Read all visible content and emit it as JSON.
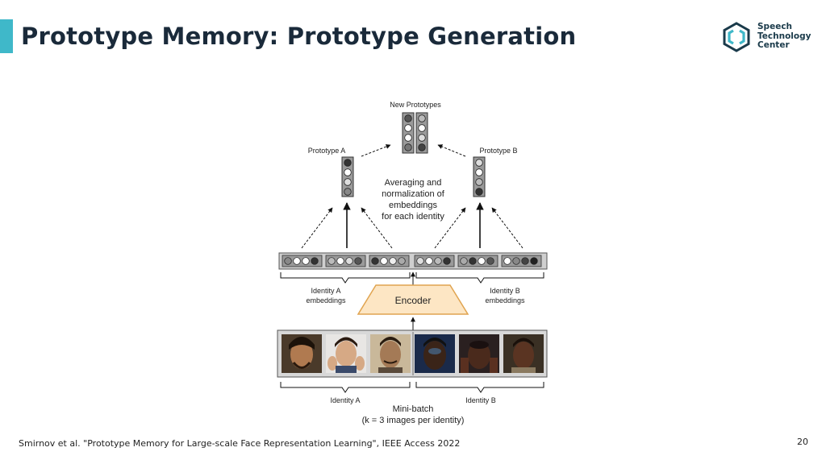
{
  "slide": {
    "title": "Prototype Memory: Prototype Generation",
    "citation": "Smirnov et al. \"Prototype Memory for Large-scale Face Representation Learning\", IEEE Access 2022",
    "page_number": "20"
  },
  "logo": {
    "line1": "Speech",
    "line2": "Technology",
    "line3": "Center",
    "icon": "hexagon-brackets-icon"
  },
  "diagram": {
    "new_prototypes_label": "New Prototypes",
    "prototype_a_label": "Prototype A",
    "prototype_b_label": "Prototype B",
    "averaging_text": [
      "Averaging and",
      "normalization of",
      "embeddings",
      "for each identity"
    ],
    "identity_a_embeddings": [
      "Identity A",
      "embeddings"
    ],
    "identity_b_embeddings": [
      "Identity B",
      "embeddings"
    ],
    "encoder_label": "Encoder",
    "identity_a_label": "Identity A",
    "identity_b_label": "Identity B",
    "mini_batch_label": "Mini-batch",
    "k_label": "(k = 3 images per identity)"
  },
  "colors": {
    "accent": "#3fb8c9",
    "encoder_fill": "#fde6c4",
    "encoder_stroke": "#e0a450"
  }
}
